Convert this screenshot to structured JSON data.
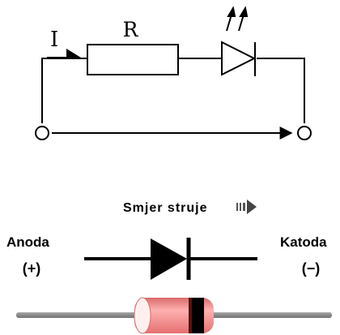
{
  "circuit": {
    "current_label": "I",
    "resistor_label": "R",
    "wire_color": "#000000"
  },
  "diode": {
    "direction_label": "Smjer struje",
    "anode_label": "Anoda",
    "anode_sign": "(+)",
    "cathode_label": "Katoda",
    "cathode_sign": "(−)",
    "symbol_color": "#000000"
  },
  "component": {
    "lead_color": "#8c8c8c",
    "body_color": "#f08080",
    "band_color": "#000000"
  }
}
